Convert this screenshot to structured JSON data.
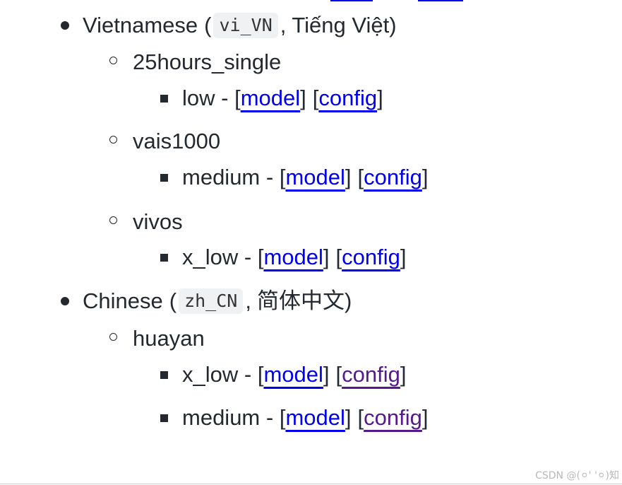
{
  "languages": [
    {
      "name": "Vietnamese",
      "code": "vi_VN",
      "native": "Tiếng Việt",
      "datasets": [
        {
          "name": "25hours_single",
          "qualities": [
            {
              "quality": "low",
              "model_label": "model",
              "config_label": "config",
              "config_visited": false
            }
          ]
        },
        {
          "name": "vais1000",
          "qualities": [
            {
              "quality": "medium",
              "model_label": "model",
              "config_label": "config",
              "config_visited": false
            }
          ]
        },
        {
          "name": "vivos",
          "qualities": [
            {
              "quality": "x_low",
              "model_label": "model",
              "config_label": "config",
              "config_visited": false
            }
          ]
        }
      ]
    },
    {
      "name": "Chinese",
      "code": "zh_CN",
      "native": "简体中文",
      "datasets": [
        {
          "name": "huayan",
          "qualities": [
            {
              "quality": "x_low",
              "model_label": "model",
              "config_label": "config",
              "config_visited": true
            },
            {
              "quality": "medium",
              "model_label": "model",
              "config_label": "config",
              "config_visited": true
            }
          ]
        }
      ]
    }
  ],
  "punctuation": {
    "open_paren": "(",
    "close_paren": ")",
    "comma": ",",
    "dash": " - ",
    "lbracket": "[",
    "rbracket": "]"
  },
  "watermark": "CSDN @(⚪' '⚪)知",
  "colors": {
    "link": "#0000ee",
    "link_visited": "#551a8b",
    "text": "#24292f",
    "code_bg": "#eff1f3"
  }
}
